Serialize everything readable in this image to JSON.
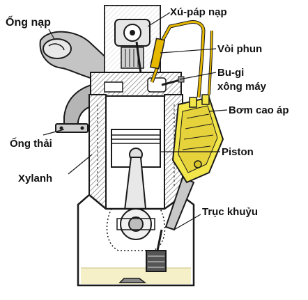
{
  "labels": {
    "ong_nap": "Ống nạp",
    "xupap_nap": "Xú-páp nạp",
    "voi_phun": "Vòi phun",
    "bugi_line1": "Bu-gi",
    "bugi_line2": "xông máy",
    "bom_cao_ap": "Bơm cao áp",
    "ong_thai": "Ống thải",
    "xylanh": "Xylanh",
    "piston": "Piston",
    "truc_khuyu": "Trục khuỷu"
  },
  "colors": {
    "outline": "#1a1a1a",
    "engine_fill": "#ffffff",
    "hatch": "#9a9a9a",
    "pipe_gray": "#b9b9b9",
    "pump_yellow": "#f2e64a",
    "pump_shade": "#d9c52a",
    "fuel_line": "#e6b800",
    "oil": "#f6f0c9"
  }
}
